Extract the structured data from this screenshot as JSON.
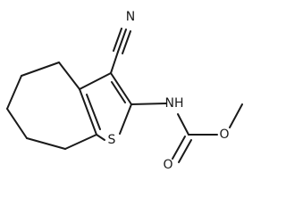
{
  "molecule": {
    "atoms": {
      "nitrile_nitrogen": "N",
      "ring_sulfur": "S",
      "amide_nitrogen": "NH",
      "carbonyl_oxygen": "O",
      "ester_oxygen": "O"
    }
  }
}
